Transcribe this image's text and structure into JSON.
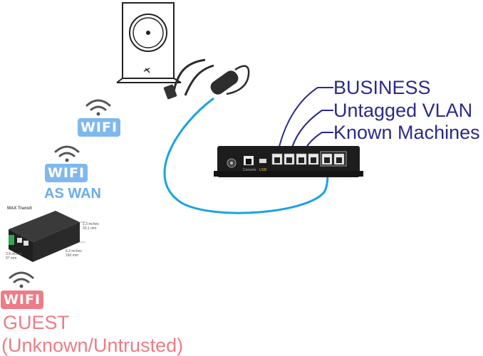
{
  "labels": {
    "business": "BUSINESS",
    "untagged": "Untagged VLAN",
    "known": "Known Machines",
    "as_wan": "AS WAN",
    "guest": "GUEST",
    "guest_sub": "(Unknown/Untrusted)"
  },
  "wifi_badges": [
    "WIFI",
    "WIFI",
    "WIFI"
  ],
  "device_text": {
    "max_transit": "MAX Transit",
    "dim_height": "1.3 inches\n33.1 mm",
    "dim_width": "3.8 inches\n97 mm",
    "dim_depth": "6.3 inches\n160 mm",
    "console": "Console",
    "usb": "USB"
  },
  "colors": {
    "business_text": "#2a2a8c",
    "wifi_blue": "#7fb8ec",
    "guest_red": "#ee7b86",
    "cable_blue": "#1aa3e0"
  }
}
